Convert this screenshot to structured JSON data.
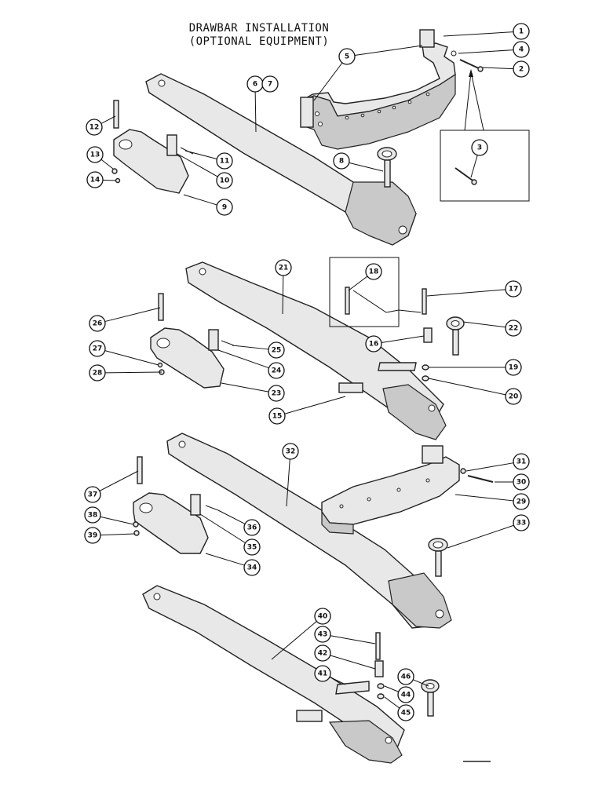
{
  "title": {
    "line1": "DRAWBAR INSTALLATION",
    "line2": "(OPTIONAL EQUIPMENT)"
  },
  "callouts": [
    {
      "label": "1"
    },
    {
      "label": "2"
    },
    {
      "label": "3"
    },
    {
      "label": "4"
    },
    {
      "label": "5"
    },
    {
      "label": "6"
    },
    {
      "label": "7"
    },
    {
      "label": "8"
    },
    {
      "label": "9"
    },
    {
      "label": "10"
    },
    {
      "label": "11"
    },
    {
      "label": "12"
    },
    {
      "label": "13"
    },
    {
      "label": "14"
    },
    {
      "label": "15"
    },
    {
      "label": "16"
    },
    {
      "label": "17"
    },
    {
      "label": "18"
    },
    {
      "label": "19"
    },
    {
      "label": "20"
    },
    {
      "label": "21"
    },
    {
      "label": "22"
    },
    {
      "label": "23"
    },
    {
      "label": "24"
    },
    {
      "label": "25"
    },
    {
      "label": "26"
    },
    {
      "label": "27"
    },
    {
      "label": "28"
    },
    {
      "label": "29"
    },
    {
      "label": "30"
    },
    {
      "label": "31"
    },
    {
      "label": "32"
    },
    {
      "label": "33"
    },
    {
      "label": "34"
    },
    {
      "label": "35"
    },
    {
      "label": "36"
    },
    {
      "label": "37"
    },
    {
      "label": "38"
    },
    {
      "label": "39"
    },
    {
      "label": "40"
    },
    {
      "label": "41"
    },
    {
      "label": "42"
    },
    {
      "label": "43"
    },
    {
      "label": "44"
    },
    {
      "label": "45"
    },
    {
      "label": "46"
    }
  ]
}
